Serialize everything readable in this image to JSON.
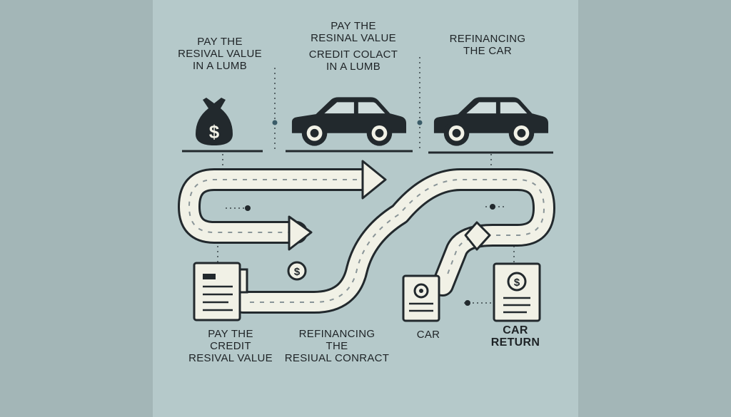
{
  "colors": {
    "background": "#a9bbbc",
    "panel": "#b5c9ca",
    "road": "#f1f1e6",
    "ink": "#22292d"
  },
  "top_labels": {
    "left": [
      "PAY THE",
      "RESIVAL VALUE",
      "IN A LUMB"
    ],
    "middle": [
      "PAY THE",
      "RESINAL VALUE",
      "CREDIT COLACT",
      "IN A LUMB"
    ],
    "right": [
      "REFINANCING",
      "THE CAR"
    ]
  },
  "bottom_labels": {
    "left": [
      "PAY THE",
      "CREDIT",
      "RESIVAL VALUE"
    ],
    "middle": [
      "REFINANCING",
      "THE",
      "RESIUAL CONRACT"
    ],
    "car": "CAR",
    "car_return": [
      "CAR",
      "RETURN"
    ]
  },
  "icons": {
    "money_bag": "money-bag-icon",
    "car_1": "car-icon",
    "car_2": "car-icon",
    "coin": "dollar-coin-icon",
    "doc_left": "document-icon",
    "doc_mid": "document-icon",
    "doc_right": "dollar-document-icon"
  }
}
